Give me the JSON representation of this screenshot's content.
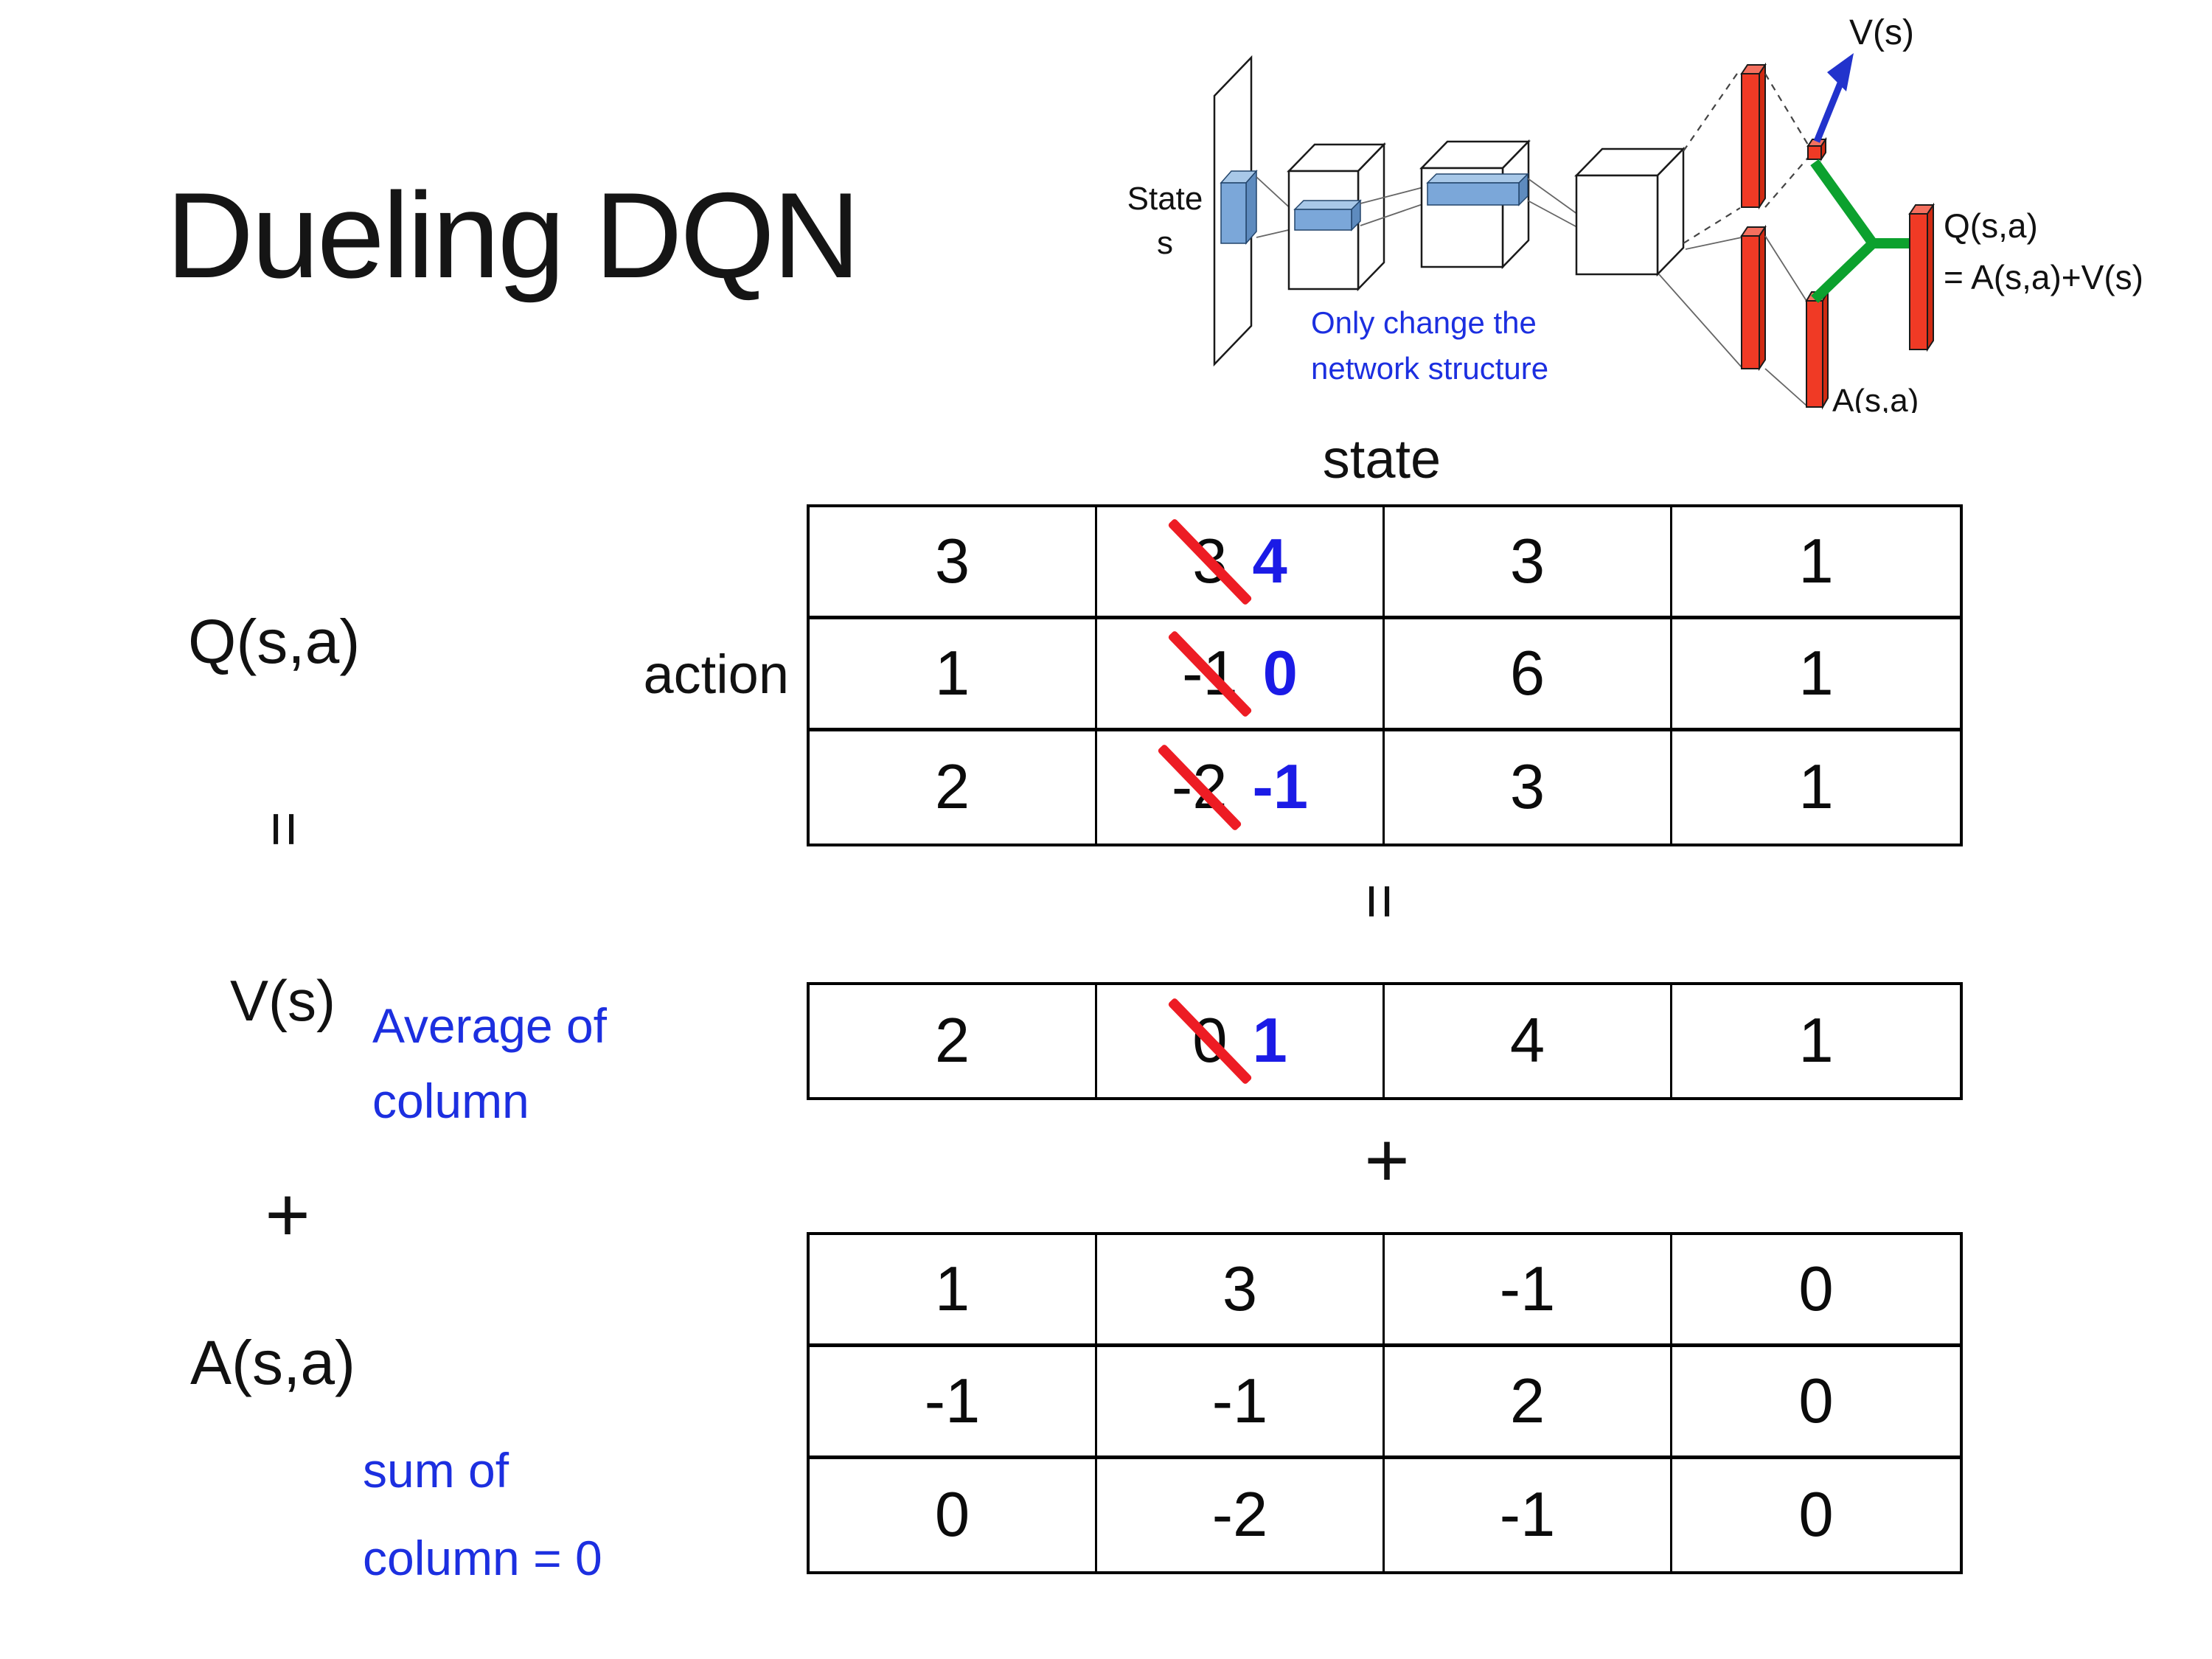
{
  "title": "Dueling DQN",
  "colors": {
    "strike_red": "#ed1c24",
    "replacement_blue": "#1b1be6",
    "note_blue": "#1c2fe0",
    "connector_green": "#0ca12e",
    "layer_red": "#f03a25",
    "feature_blue": "#7ba7d9"
  },
  "diagram": {
    "state_line1": "State",
    "state_line2": "s",
    "v_label": "V(s)",
    "a_label": "A(s,a)",
    "q_label_line1": "Q(s,a)",
    "q_label_line2": "= A(s,a)+V(s)",
    "note_line1": "Only change the",
    "note_line2": "network structure"
  },
  "equation": {
    "q_term": "Q(s,a)",
    "equals_left": "=",
    "v_term": "V(s)",
    "plus_left": "+",
    "a_term": "A(s,a)",
    "equals_mid": "=",
    "plus_mid": "+",
    "state_header": "state",
    "action_header": "action",
    "avg_note": "Average of\ncolumn",
    "sum_note": "sum of\ncolumn = 0"
  },
  "tables": {
    "q": {
      "name": "Q(s,a) values",
      "rows": [
        [
          {
            "v": "3"
          },
          {
            "old": "3",
            "new": "4"
          },
          {
            "v": "3"
          },
          {
            "v": "1"
          }
        ],
        [
          {
            "v": "1"
          },
          {
            "old": "-1",
            "new": "0"
          },
          {
            "v": "6"
          },
          {
            "v": "1"
          }
        ],
        [
          {
            "v": "2"
          },
          {
            "old": "-2",
            "new": "-1"
          },
          {
            "v": "3"
          },
          {
            "v": "1"
          }
        ]
      ]
    },
    "v": {
      "name": "V(s) values",
      "rows": [
        [
          {
            "v": "2"
          },
          {
            "old": "0",
            "new": "1"
          },
          {
            "v": "4"
          },
          {
            "v": "1"
          }
        ]
      ]
    },
    "a": {
      "name": "A(s,a) values",
      "rows": [
        [
          {
            "v": "1"
          },
          {
            "v": "3"
          },
          {
            "v": "-1"
          },
          {
            "v": "0"
          }
        ],
        [
          {
            "v": "-1"
          },
          {
            "v": "-1"
          },
          {
            "v": "2"
          },
          {
            "v": "0"
          }
        ],
        [
          {
            "v": "0"
          },
          {
            "v": "-2"
          },
          {
            "v": "-1"
          },
          {
            "v": "0"
          }
        ]
      ]
    }
  }
}
